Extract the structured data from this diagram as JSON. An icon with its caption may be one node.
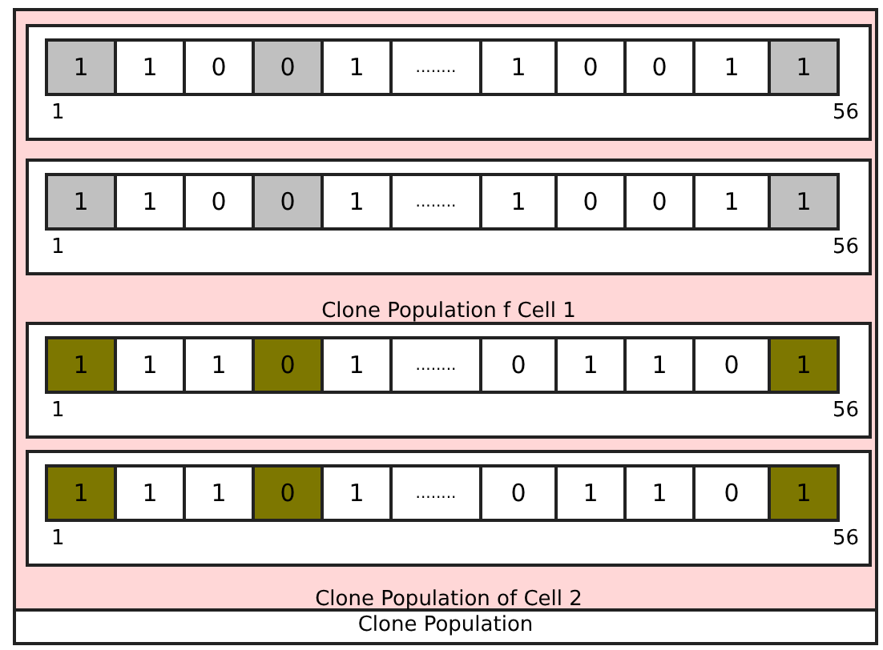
{
  "diagram": {
    "nodes": [
      {
        "text": [
          "Clone Population"
        ]
      },
      {
        "text": [
          "Clone Population f Cell 1"
        ],
        "in": 0
      },
      {
        "text": [
          "1",
          "56"
        ],
        "in": 1
      },
      {
        "text": [
          "1"
        ],
        "in": 2
      },
      {
        "text": [
          "1"
        ],
        "in": 2
      },
      {
        "text": [
          "0"
        ],
        "in": 2
      },
      {
        "text": [
          "0"
        ],
        "in": 2
      },
      {
        "text": [
          "1"
        ],
        "in": 2
      },
      {
        "text": [
          "........"
        ],
        "in": 2
      },
      {
        "text": [
          "1"
        ],
        "in": 2
      },
      {
        "text": [
          "0"
        ],
        "in": 2
      },
      {
        "text": [
          "0"
        ],
        "in": 2
      },
      {
        "text": [
          "1"
        ],
        "in": 2
      },
      {
        "text": [
          "1"
        ],
        "in": 2
      },
      {
        "text": [
          "1",
          "56"
        ],
        "in": 1
      },
      {
        "text": [
          "1"
        ],
        "in": 14
      },
      {
        "text": [
          "1"
        ],
        "in": 14
      },
      {
        "text": [
          "0"
        ],
        "in": 14
      },
      {
        "text": [
          "0"
        ],
        "in": 14
      },
      {
        "text": [
          "1"
        ],
        "in": 14
      },
      {
        "text": [
          "........"
        ],
        "in": 14
      },
      {
        "text": [
          "1"
        ],
        "in": 14
      },
      {
        "text": [
          "0"
        ],
        "in": 14
      },
      {
        "text": [
          "0"
        ],
        "in": 14
      },
      {
        "text": [
          "1"
        ],
        "in": 14
      },
      {
        "text": [
          "1"
        ],
        "in": 14
      },
      {
        "text": [
          "Clone Population of Cell 2"
        ],
        "in": 0
      },
      {
        "text": [
          "1",
          "56"
        ],
        "in": 26
      },
      {
        "text": [
          "1"
        ],
        "in": 27
      },
      {
        "text": [
          "1"
        ],
        "in": 27
      },
      {
        "text": [
          "1"
        ],
        "in": 27
      },
      {
        "text": [
          "0"
        ],
        "in": 27
      },
      {
        "text": [
          "1"
        ],
        "in": 27
      },
      {
        "text": [
          "........"
        ],
        "in": 27
      },
      {
        "text": [
          "0"
        ],
        "in": 27
      },
      {
        "text": [
          "1"
        ],
        "in": 27
      },
      {
        "text": [
          "1"
        ],
        "in": 27
      },
      {
        "text": [
          "0"
        ],
        "in": 27
      },
      {
        "text": [
          "1"
        ],
        "in": 27
      },
      {
        "text": [
          "1",
          "56"
        ],
        "in": 26
      },
      {
        "text": [
          "1"
        ],
        "in": 39
      },
      {
        "text": [
          "1"
        ],
        "in": 39
      },
      {
        "text": [
          "1"
        ],
        "in": 39
      },
      {
        "text": [
          "0"
        ],
        "in": 39
      },
      {
        "text": [
          "1"
        ],
        "in": 39
      },
      {
        "text": [
          "........"
        ],
        "in": 39
      },
      {
        "text": [
          "0"
        ],
        "in": 39
      },
      {
        "text": [
          "1"
        ],
        "in": 39
      },
      {
        "text": [
          "1"
        ],
        "in": 39
      },
      {
        "text": [
          "0"
        ],
        "in": 39
      },
      {
        "text": [
          "1"
        ],
        "in": 39
      }
    ]
  }
}
